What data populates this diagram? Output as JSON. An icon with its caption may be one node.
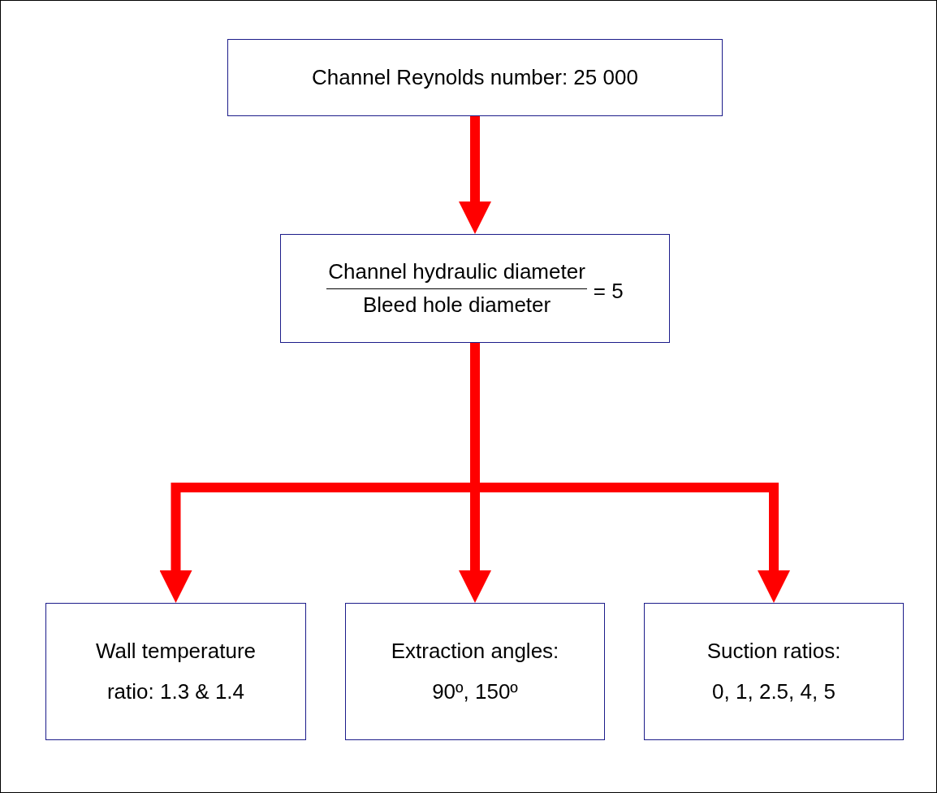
{
  "diagram": {
    "nodes": [
      {
        "text": [
          "Channel Reynolds number: 25 000"
        ]
      },
      {
        "text": [
          "Channel hydraulic diameter",
          "Bleed hole diameter",
          "= 5"
        ]
      },
      {
        "text": [
          "Wall temperature ratio: 1.3 & 1.4"
        ]
      },
      {
        "text": [
          "Extraction angles: 90º, 150º"
        ]
      },
      {
        "text": [
          "Suction ratios: 0, 1, 2.5, 4, 5"
        ]
      }
    ],
    "edges": [
      {
        "from": 0,
        "to": 1,
        "arrow": "to"
      },
      {
        "from": 1,
        "to": 2,
        "arrow": "to"
      },
      {
        "from": 1,
        "to": 3,
        "arrow": "to"
      },
      {
        "from": 1,
        "to": 4,
        "arrow": "to"
      }
    ]
  }
}
